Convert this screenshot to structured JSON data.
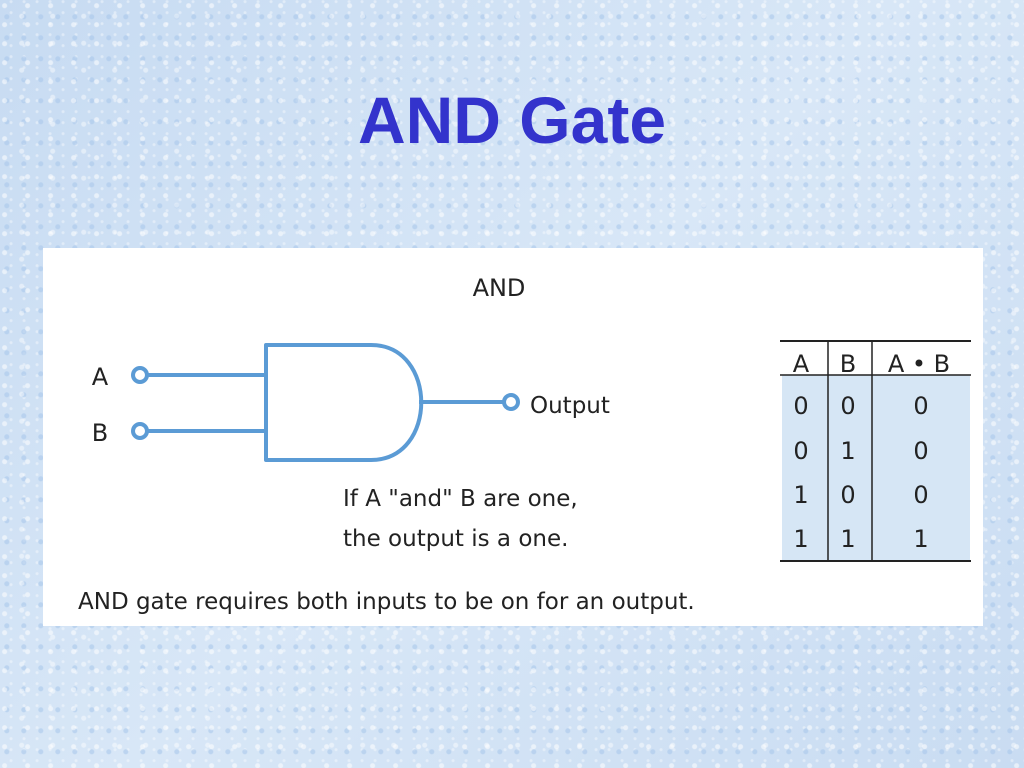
{
  "slide": {
    "title": "AND Gate"
  },
  "diagram": {
    "gate_label": "AND",
    "input_a_label": "A",
    "input_b_label": "B",
    "output_label": "Output",
    "caption_line1": "If A \"and\" B are one,",
    "caption_line2": "the output is a one.",
    "footer": "AND gate requires both inputs to be on for an output.",
    "wire_color": "#5b9bd5"
  },
  "truth_table": {
    "headers": [
      "A",
      "B",
      "A • B"
    ],
    "rows": [
      [
        "0",
        "0",
        "0"
      ],
      [
        "0",
        "1",
        "0"
      ],
      [
        "1",
        "0",
        "0"
      ],
      [
        "1",
        "1",
        "1"
      ]
    ],
    "shade_color": "#d6e6f5"
  }
}
